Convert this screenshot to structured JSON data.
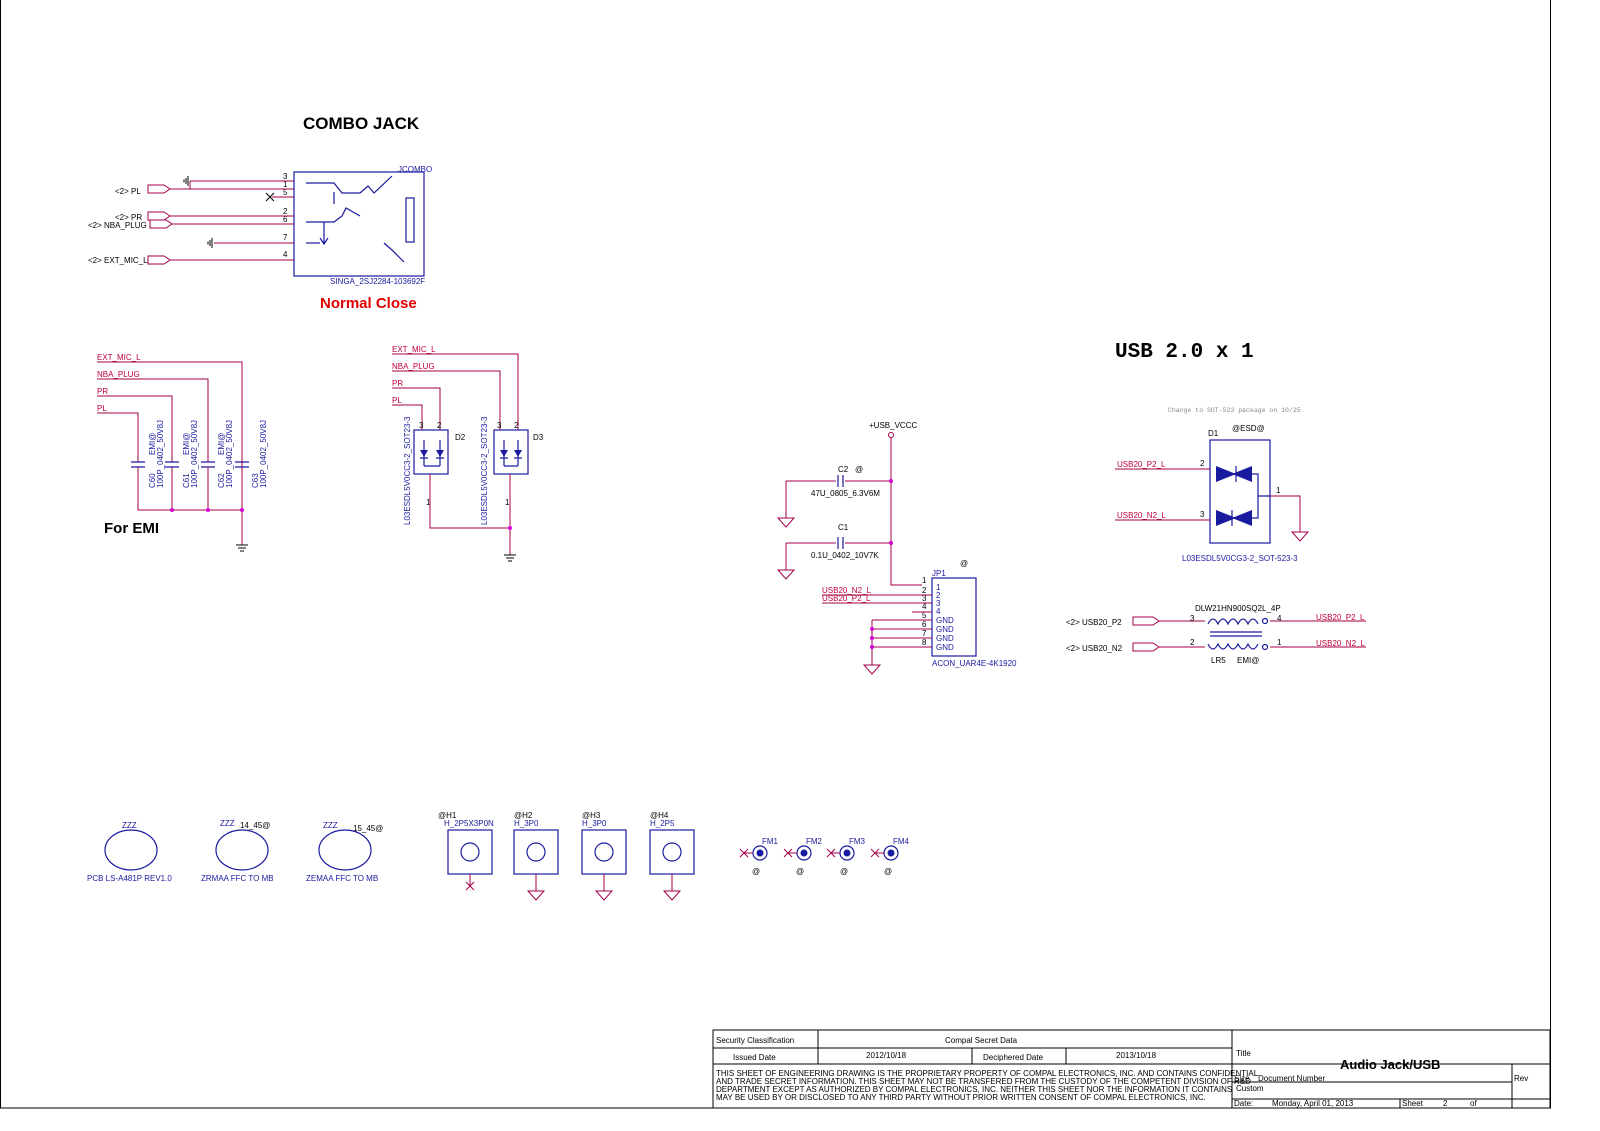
{
  "combo": {
    "title": "COMBO JACK",
    "ref": "JCOMBO",
    "part": "SINGA_2SJ2284-103692F",
    "note": "Normal Close",
    "ports": [
      "<2> PL",
      "<2> PR",
      "<2> NBA_PLUG",
      "<2> EXT_MIC_L"
    ],
    "pins": [
      "3",
      "1",
      "5",
      "2",
      "6",
      "7",
      "4"
    ]
  },
  "emi": {
    "label": "For EMI",
    "nets": [
      "EXT_MIC_L",
      "NBA_PLUG",
      "PR",
      "PL"
    ],
    "caps": [
      {
        "ref": "C60",
        "val": "100P_0402_50V8J",
        "opt": "EMI@"
      },
      {
        "ref": "C61",
        "val": "100P_0402_50V8J",
        "opt": "EMI@"
      },
      {
        "ref": "C62",
        "val": "100P_0402_50V8J",
        "opt": "EMI@"
      },
      {
        "ref": "C63",
        "val": "100P_0402_50V8J",
        "opt": ""
      }
    ]
  },
  "esd_audio": {
    "nets": [
      "EXT_MIC_L",
      "NBA_PLUG",
      "PR",
      "PL"
    ],
    "d2": {
      "ref": "D2",
      "part": "L03ESDL5V0CC3-2_SOT23-3"
    },
    "d3": {
      "ref": "D3",
      "part": "L03ESDL5V0CC3-2_SOT23-3"
    },
    "pins": [
      "3",
      "2",
      "1"
    ]
  },
  "usb": {
    "title": "USB 2.0 x 1",
    "vcc": "+USB_VCCC",
    "c2": {
      "ref": "C2",
      "val": "47U_0805_6.3V6M",
      "opt": "@"
    },
    "c1": {
      "ref": "C1",
      "val": "0.1U_0402_10V7K"
    },
    "jp1": {
      "ref": "JP1",
      "part": "ACON_UAR4E-4K1920",
      "opt": "@",
      "pins": [
        "1",
        "2",
        "3",
        "4",
        "5",
        "6",
        "7",
        "8"
      ],
      "gnd": "GND"
    },
    "nets": {
      "n2": "USB20_N2_L",
      "p2": "USB20_P2_L"
    },
    "note": "Change to SOT-523 package on 10/25",
    "d1": {
      "ref": "D1",
      "opt": "@ESD@",
      "part": "L03ESDL5V0CG3-2_SOT-523-3"
    },
    "lr5": {
      "ref": "LR5",
      "part": "DLW21HN900SQ2L_4P",
      "opt": "EMI@"
    },
    "in_ports": [
      "<2> USB20_P2",
      "<2> USB20_N2"
    ],
    "cm_pins": [
      "3",
      "4",
      "2",
      "1"
    ]
  },
  "mech": {
    "pcb": [
      {
        "opt": "ZZZ",
        "sub": "",
        "label": "PCB LS-A481P REV1.0"
      },
      {
        "opt": "ZZZ",
        "sub": "14_45@",
        "label": "ZRMAA FFC TO MB"
      },
      {
        "opt": "ZZZ",
        "sub": "15_45@",
        "label": "ZEMAA FFC TO MB"
      }
    ],
    "holes": [
      {
        "ref": "@H1",
        "part": "H_2P5X3P0N"
      },
      {
        "ref": "@H2",
        "part": "H_3P0"
      },
      {
        "ref": "@H3",
        "part": "H_3P0"
      },
      {
        "ref": "@H4",
        "part": "H_2P5"
      }
    ],
    "fm": [
      "FM1",
      "FM2",
      "FM3",
      "FM4"
    ],
    "fm_opt": "@"
  },
  "titleblock": {
    "sec_label": "Security Classification",
    "secret": "Compal Secret Data",
    "issued_label": "Issued Date",
    "issued": "2012/10/18",
    "deciphered_label": "Deciphered Date",
    "deciphered": "2013/10/18",
    "title_label": "Title",
    "title": "Audio Jack/USB",
    "size_label": "Size",
    "docnum_label": "Document Number",
    "rev_label": "Rev",
    "size": "Custom",
    "date_label": "Date:",
    "date": "Monday, April 01, 2013",
    "sheet_label": "Sheet",
    "sheet": "2",
    "of_label": "of",
    "legal": [
      "THIS SHEET OF ENGINEERING DRAWING IS THE PROPRIETARY PROPERTY OF COMPAL ELECTRONICS, INC. AND CONTAINS CONFIDENTIAL",
      "AND TRADE SECRET INFORMATION. THIS SHEET MAY NOT BE TRANSFERED FROM THE CUSTODY OF THE COMPETENT DIVISION OF R&D",
      "DEPARTMENT EXCEPT AS AUTHORIZED BY COMPAL ELECTRONICS, INC. NEITHER THIS SHEET NOR THE INFORMATION IT CONTAINS",
      "MAY BE USED BY OR DISCLOSED TO ANY THIRD PARTY WITHOUT PRIOR WRITTEN CONSENT OF COMPAL ELECTRONICS, INC."
    ]
  }
}
